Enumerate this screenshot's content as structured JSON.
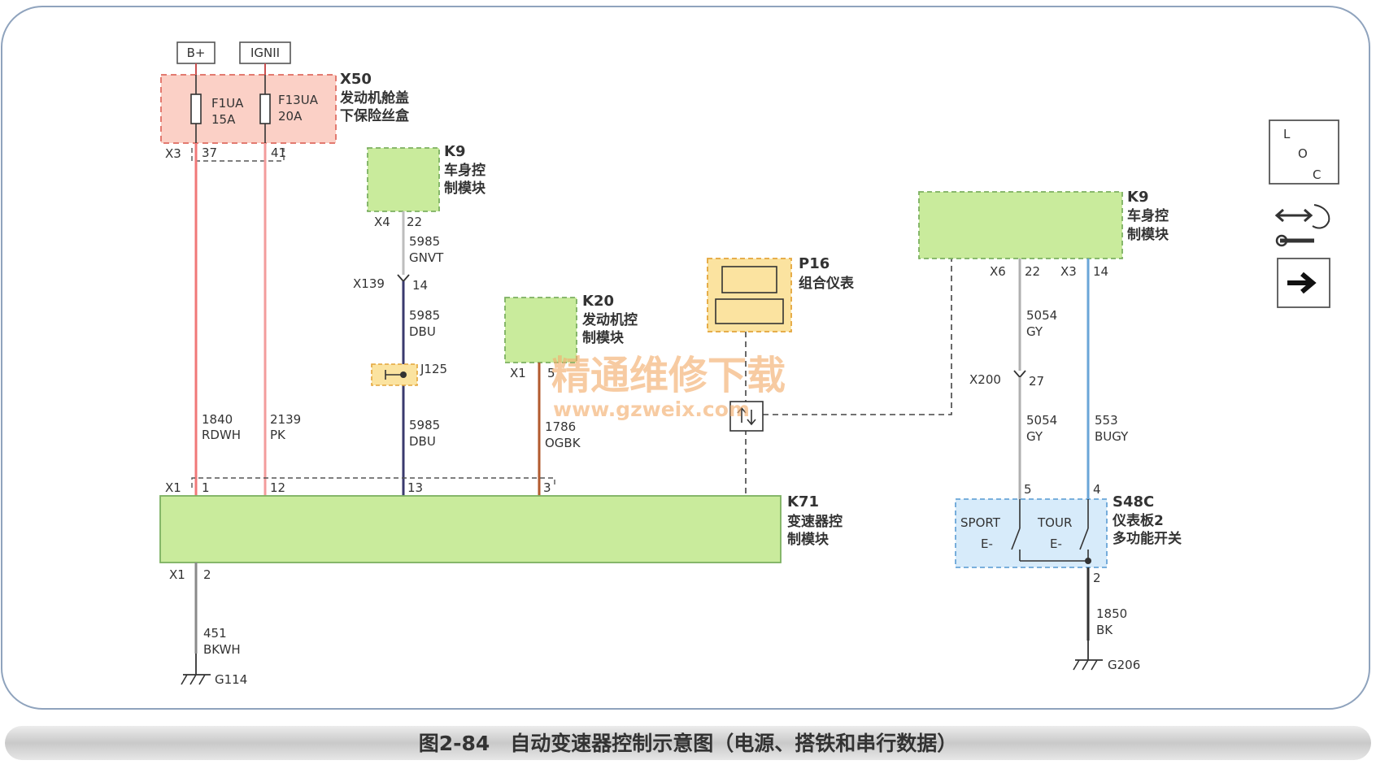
{
  "power": {
    "bplus": "B+",
    "ign": "IGNII"
  },
  "x50": {
    "code": "X50",
    "name1": "发动机舱盖",
    "name2": "下保险丝盒",
    "f1": {
      "label": "F1UA",
      "rating": "15A"
    },
    "f13": {
      "label": "F13UA",
      "rating": "20A"
    },
    "conn": "X3",
    "pin_a": "37",
    "pin_b": "41"
  },
  "k9_left": {
    "code": "K9",
    "name1": "车身控",
    "name2": "制模块",
    "conn": "X4",
    "pin": "22"
  },
  "k9_right": {
    "code": "K9",
    "name1": "车身控",
    "name2": "制模块",
    "conn_a": "X6",
    "pin_a": "22",
    "conn_b": "X3",
    "pin_b": "14"
  },
  "k20": {
    "code": "K20",
    "name1": "发动机控",
    "name2": "制模块",
    "conn": "X1",
    "pin": "5"
  },
  "p16": {
    "code": "P16",
    "name": "组合仪表"
  },
  "k71": {
    "code": "K71",
    "name1": "变速器控",
    "name2": "制模块",
    "conn_top": "X1",
    "pins_top": [
      "1",
      "12",
      "13",
      "3"
    ],
    "conn_bottom": "X1",
    "pin_bottom": "2"
  },
  "s48c": {
    "code": "S48C",
    "name1": "仪表板2",
    "name2": "多功能开关",
    "sport": "SPORT",
    "tour": "TOUR",
    "e_left": "E-",
    "e_right": "E-",
    "pin_5": "5",
    "pin_4": "4",
    "pin_2": "2"
  },
  "x139": {
    "conn": "X139",
    "pin": "14"
  },
  "x200": {
    "conn": "X200",
    "pin": "27"
  },
  "j125": "J125",
  "wires": {
    "w1840": {
      "num": "1840",
      "color": "RDWH"
    },
    "w2139": {
      "num": "2139",
      "color": "PK"
    },
    "w5985a": {
      "num": "5985",
      "color": "GNVT"
    },
    "w5985b": {
      "num": "5985",
      "color": "DBU"
    },
    "w5985c": {
      "num": "5985",
      "color": "DBU"
    },
    "w1786": {
      "num": "1786",
      "color": "OGBK"
    },
    "w5054a": {
      "num": "5054",
      "color": "GY"
    },
    "w5054b": {
      "num": "5054",
      "color": "GY"
    },
    "w553": {
      "num": "553",
      "color": "BUGY"
    },
    "w451": {
      "num": "451",
      "color": "BKWH"
    },
    "w1850": {
      "num": "1850",
      "color": "BK"
    }
  },
  "grounds": {
    "g114": "G114",
    "g206": "G206"
  },
  "loc_icon": {
    "l": "L",
    "o": "O",
    "c": "C"
  },
  "watermark": {
    "line1": "精通维修下载",
    "line2": "www.gzweix.com"
  },
  "caption": "图2-84　自动变速器控制示意图（电源、搭铁和串行数据）",
  "colors": {
    "module_fill": "#c9eb9c",
    "fuse_box_fill": "#fbd0c6",
    "red_wire": "#f07878",
    "pink_wire": "#f39c9c",
    "dark_blue_wire": "#3a3a6e",
    "orange_brown_wire": "#b25a2e",
    "gray_wire": "#b0b0b0",
    "blue_wire": "#6aa6d8",
    "black_wire": "#333333"
  }
}
